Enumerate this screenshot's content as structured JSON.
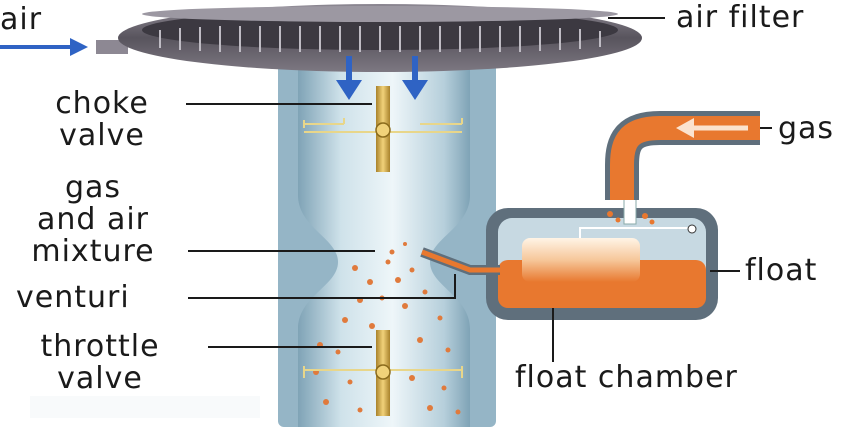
{
  "labels": {
    "air": "air",
    "air_filter": "air filter",
    "gas": "gas",
    "choke_valve_1": "choke",
    "choke_valve_2": "valve",
    "mixture_1": "gas",
    "mixture_2": "and air",
    "mixture_3": "mixture",
    "venturi": "venturi",
    "throttle_1": "throttle",
    "throttle_2": "valve",
    "float": "float",
    "float_chamber": "float chamber"
  },
  "colors": {
    "air_arrow": "#2f63c4",
    "gas": "#e8782f",
    "brass": "#d9b04a",
    "tube": "#b9d2de",
    "chamber": "#5f6f7c",
    "filter": "#6a6670"
  }
}
